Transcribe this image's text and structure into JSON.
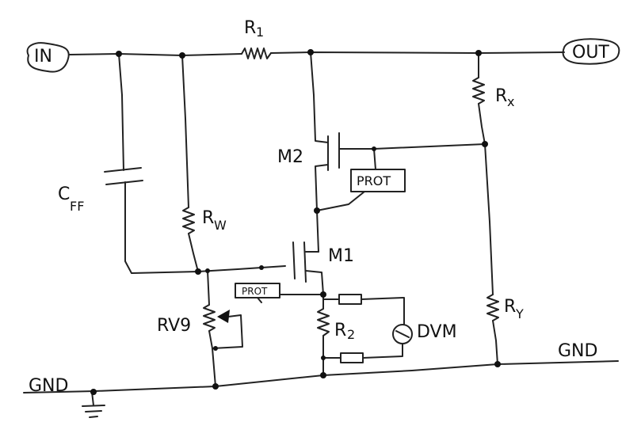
{
  "labels": {
    "in": "IN",
    "out": "OUT",
    "r1": "R",
    "r1_sub": "1",
    "rx": "R",
    "rx_sub": "x",
    "ry": "R",
    "ry_sub": "Y",
    "rw": "R",
    "rw_sub": "W",
    "cff": "C",
    "cff_sub": "FF",
    "m2": "M2",
    "m1": "M1",
    "prot_m2": "PROT",
    "prot_m1": "PROT",
    "r2": "R",
    "r2_sub": "2",
    "rv9": "RV9",
    "dvm": "DVM",
    "gnd_left": "GND",
    "gnd_right": "GND"
  },
  "colors": {
    "ink": "#222222",
    "paper": "#ffffff"
  }
}
